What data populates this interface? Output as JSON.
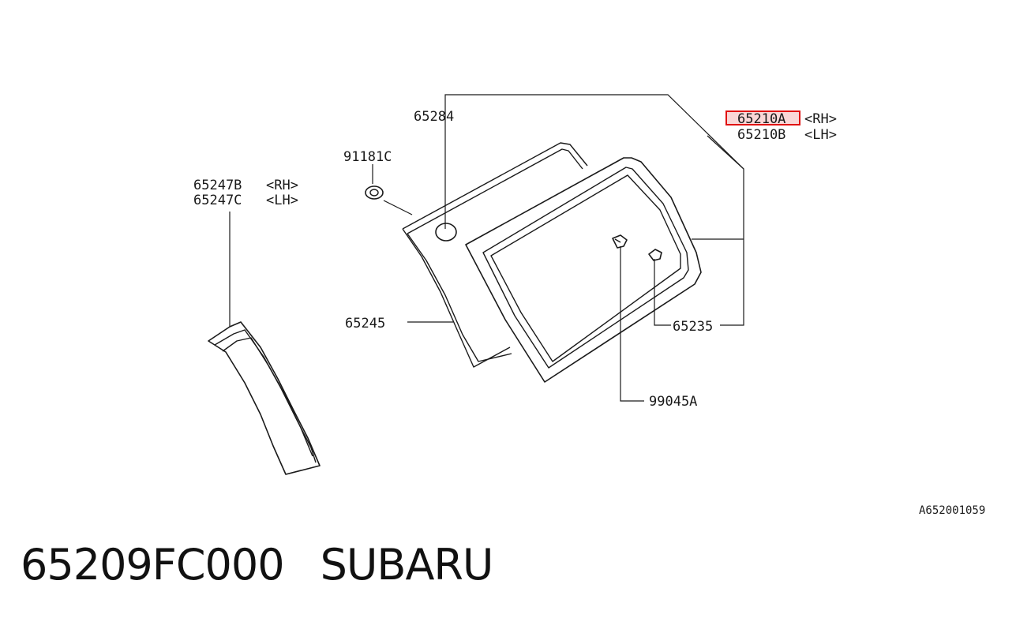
{
  "diagram": {
    "callouts": {
      "p65284": "65284",
      "p65210a": "65210A",
      "p65210a_side": "<RH>",
      "p65210b": "65210B",
      "p65210b_side": "<LH>",
      "p91181c": "91181C",
      "p65247b": "65247B",
      "p65247b_side": "<RH>",
      "p65247c": "65247C",
      "p65247c_side": "<LH>",
      "p65245": "65245",
      "p65235": "65235",
      "p99045a": "99045A"
    },
    "drawing_code": "A652001059",
    "highlight": {
      "target": "65210A",
      "stroke_color": "#e01010",
      "fill_color": "#f4b6b6"
    }
  },
  "footer": {
    "part_number": "65209FC000",
    "brand": "SUBARU"
  }
}
